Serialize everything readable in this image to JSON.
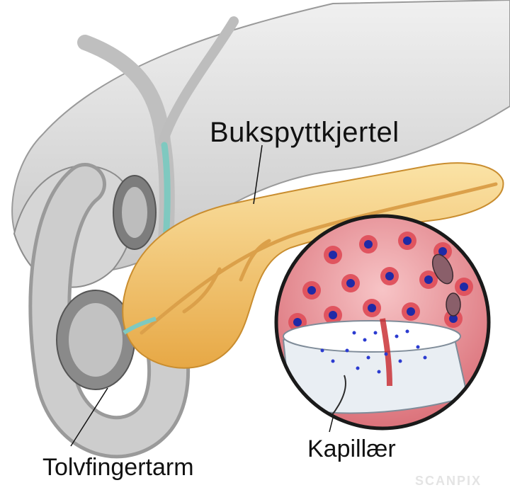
{
  "labels": {
    "pancreas": "Bukspyttkjertel",
    "capillary": "Kapillær",
    "duodenum": "Tolvfingertarm"
  },
  "watermark": "SCANPIX",
  "colors": {
    "background": "#ffffff",
    "organ_grey": "#cfcfcf",
    "pancreas": "#f2c46a",
    "duct": "#7fc9c0",
    "tissue": "#e7888f",
    "cell_nucleus": "#1f2aa6",
    "capillary": "#dfe7ee"
  }
}
